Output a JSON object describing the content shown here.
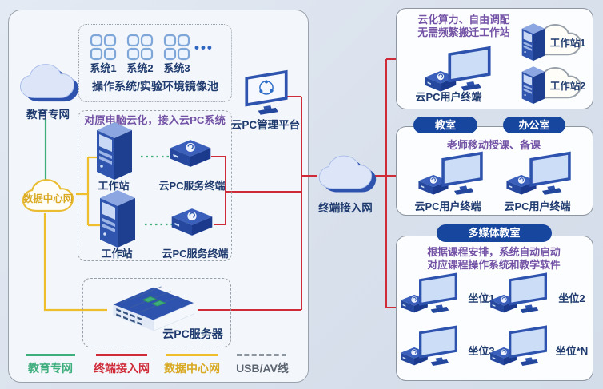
{
  "left": {
    "edu_cloud": "教育专网",
    "dc_cloud": "数据中心网",
    "mirror_pool": {
      "systems": [
        "系统1",
        "系统2",
        "系统3"
      ],
      "dots": "•••",
      "title": "操作系统/实验环境镜像池"
    },
    "cloudize": {
      "title": "对原电脑云化，接入云PC系统",
      "rows": [
        {
          "workstation": "工作站",
          "terminal": "云PC服务终端"
        },
        {
          "workstation": "工作站",
          "terminal": "云PC服务终端"
        }
      ]
    },
    "server": {
      "label": "云PC服务器"
    },
    "mgmt": "云PC管理平台"
  },
  "access_cloud": "终端接入网",
  "right": {
    "panel1": {
      "line1": "云化算力、自由调配",
      "line2": "无需频繁搬迁工作站",
      "terminal_label": "云PC用户终端",
      "workstations": [
        "工作站1",
        "工作站2"
      ]
    },
    "panel2": {
      "pills": [
        "教室",
        "办公室"
      ],
      "subtitle": "老师移动授课、备课",
      "terminals": [
        "云PC用户终端",
        "云PC用户终端"
      ]
    },
    "panel3": {
      "pill": "多媒体教室",
      "line1": "根据课程安排，系统自动启动",
      "line2": "对应课程操作系统和教学软件",
      "seats": [
        "坐位1",
        "坐位2",
        "坐位3",
        "坐位*N"
      ]
    }
  },
  "legend": {
    "items": [
      {
        "label": "教育专网",
        "color": "#3fae7d",
        "style": "solid"
      },
      {
        "label": "终端接入网",
        "color": "#cf2a38",
        "style": "solid"
      },
      {
        "label": "数据中心网",
        "color": "#eebe2c",
        "style": "solid"
      },
      {
        "label": "USB/AV线",
        "color": "#8d959f",
        "style": "dashed"
      }
    ]
  }
}
